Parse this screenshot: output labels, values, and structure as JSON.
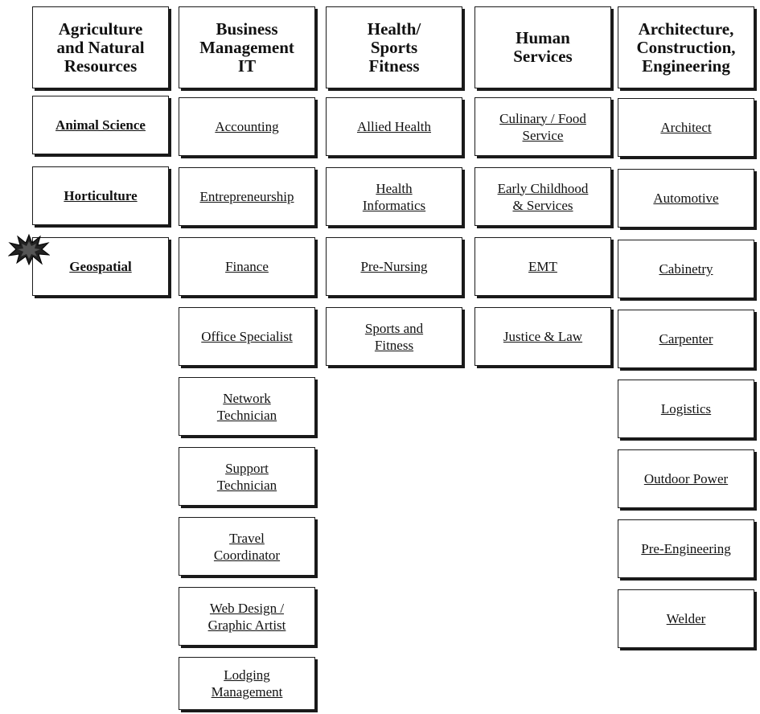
{
  "columns": [
    {
      "header": "Agriculture\nand Natural\nResources",
      "items": [
        "Animal Science",
        "Horticulture",
        "Geospatial"
      ]
    },
    {
      "header": "Business\nManagement\nIT",
      "items": [
        "Accounting",
        "Entrepreneurship",
        "Finance",
        "Office Specialist",
        "Network\nTechnician",
        "Support\nTechnician",
        "Travel\nCoordinator",
        "Web Design /\nGraphic Artist",
        "Lodging\nManagement"
      ]
    },
    {
      "header": "Health/\nSports\nFitness",
      "items": [
        "Allied Health",
        "Health\nInformatics",
        "Pre-Nursing",
        "Sports and\nFitness"
      ]
    },
    {
      "header": "Human\nServices",
      "items": [
        "Culinary / Food\nService",
        "Early Childhood\n& Services",
        "EMT",
        "Justice & Law"
      ]
    },
    {
      "header": "Architecture,\nConstruction,\nEngineering",
      "items": [
        "Architect",
        "Automotive",
        "Cabinetry",
        "Carpenter",
        "Logistics",
        "Outdoor Power",
        "Pre-Engineering",
        "Welder"
      ]
    }
  ],
  "new_badge_icon": "starburst-new-icon"
}
